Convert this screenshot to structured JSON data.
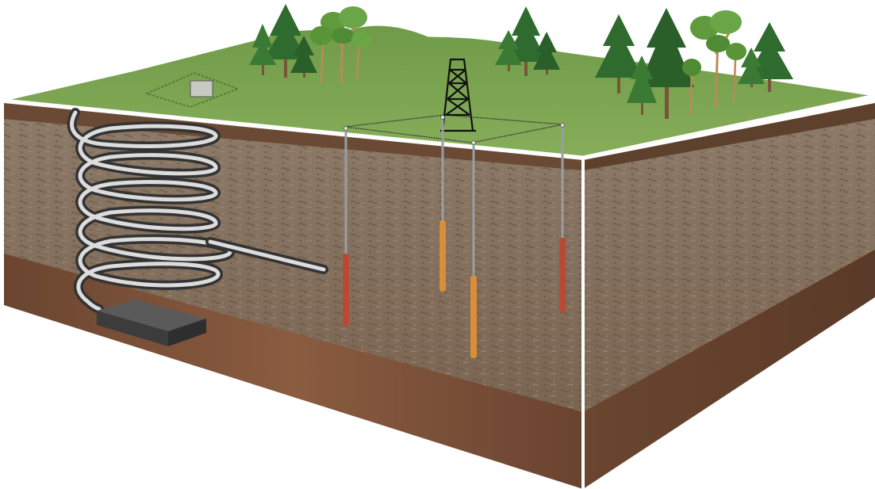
{
  "scene": {
    "background": "#ffffff",
    "colors": {
      "grass": "#7ea653",
      "grass_dark": "#5f8a3e",
      "soil_top": "#8a6a4a",
      "soil_mid": "#7a5d44",
      "soil_side_left": "#7b5137",
      "soil_side_right": "#6f4a33",
      "soil_deep": "#5a3a28",
      "frame": "#ffffff",
      "probe_red": "#b84a35",
      "probe_orange": "#d98e3a",
      "pipe": "#9a9ea3",
      "coil_outer": "#3a3a3a",
      "coil_inner": "#d8d8d8",
      "box": "#4a4a4a",
      "tower": "#111111",
      "tree_pine": "#2f6b2f",
      "tree_leaf": "#5a9a3a",
      "trunk": "#8a6040"
    },
    "elements": {
      "ground_surface": "grass",
      "soil_block": "soil",
      "coil": "slinky-ground-loop",
      "box": "buried-enclosure",
      "tower": "drill-rig-tower",
      "probes": "vertical-borehole-probes",
      "trees": "forest",
      "hut": "small-shed"
    }
  }
}
